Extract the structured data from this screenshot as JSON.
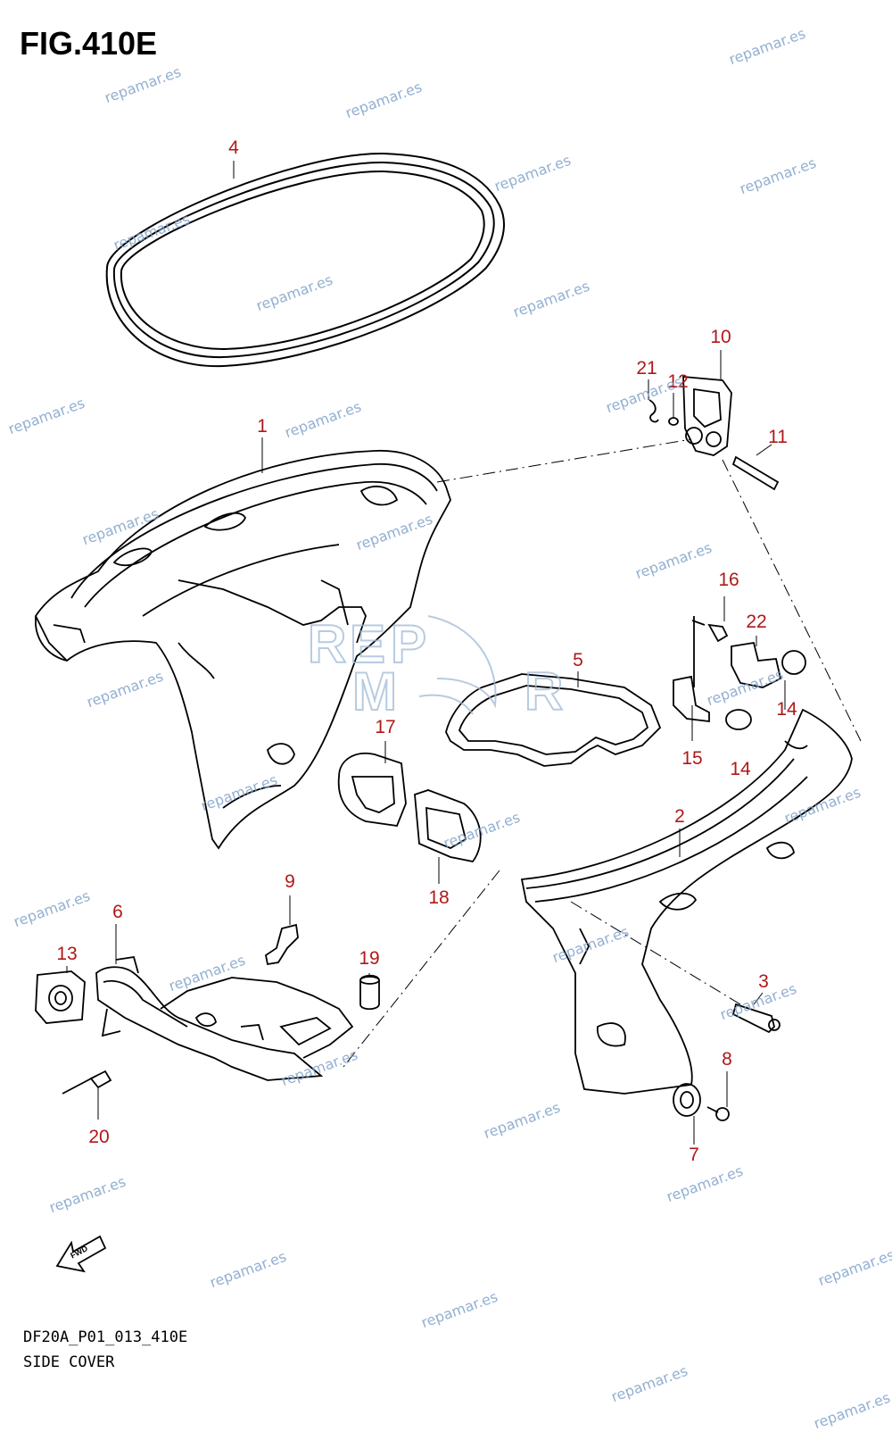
{
  "figure": {
    "title": "FIG.410E",
    "code": "DF20A_P01_013_410E",
    "caption": "SIDE COVER"
  },
  "fwd_label": "FWD",
  "watermark_text": "repamar.es",
  "logo_letters": [
    "R",
    "E",
    "P",
    "M",
    "R"
  ],
  "callouts": [
    "1",
    "2",
    "3",
    "4",
    "5",
    "6",
    "7",
    "8",
    "9",
    "10",
    "11",
    "12",
    "13",
    "14",
    "14",
    "15",
    "16",
    "17",
    "18",
    "19",
    "20",
    "21",
    "22"
  ],
  "colors": {
    "callout": "#b01818",
    "watermark": "#7fa2c9",
    "line": "#000000"
  }
}
